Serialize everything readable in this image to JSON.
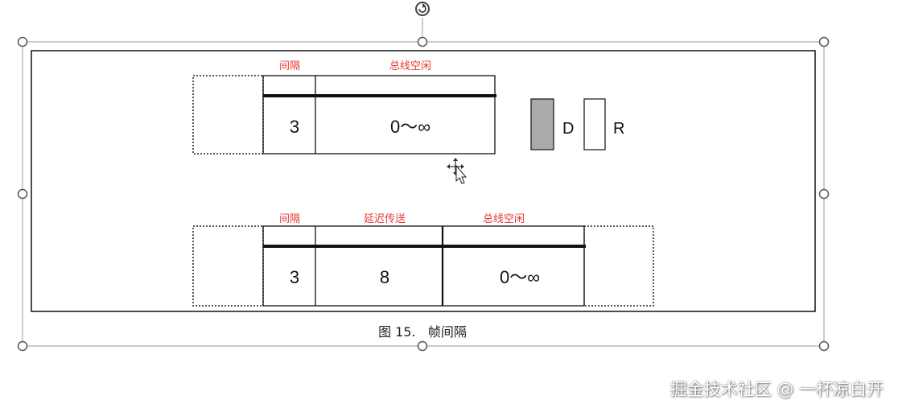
{
  "selection": {
    "rotate_icon": "rotate-handle-icon",
    "move_cursor_icon": "move-cursor-icon"
  },
  "top_frame": {
    "labels": {
      "gap": "间隔",
      "bus_idle": "总线空闲"
    },
    "values": {
      "gap": "3",
      "bus_idle": "0～∞"
    }
  },
  "legend": {
    "dominant_label": "D",
    "recessive_label": "R",
    "dominant_color": "#aaaaaa",
    "recessive_color": "#ffffff"
  },
  "bottom_frame": {
    "labels": {
      "gap": "间隔",
      "delay": "延迟传送",
      "bus_idle": "总线空闲"
    },
    "values": {
      "gap": "3",
      "delay": "8",
      "bus_idle": "0～∞"
    }
  },
  "caption": "图 15.   帧间隔",
  "watermark": "掘金技术社区 @ 一杯凉白开",
  "colors": {
    "label_red": "#e53935",
    "line": "#111111",
    "handle_stroke": "#444444"
  }
}
